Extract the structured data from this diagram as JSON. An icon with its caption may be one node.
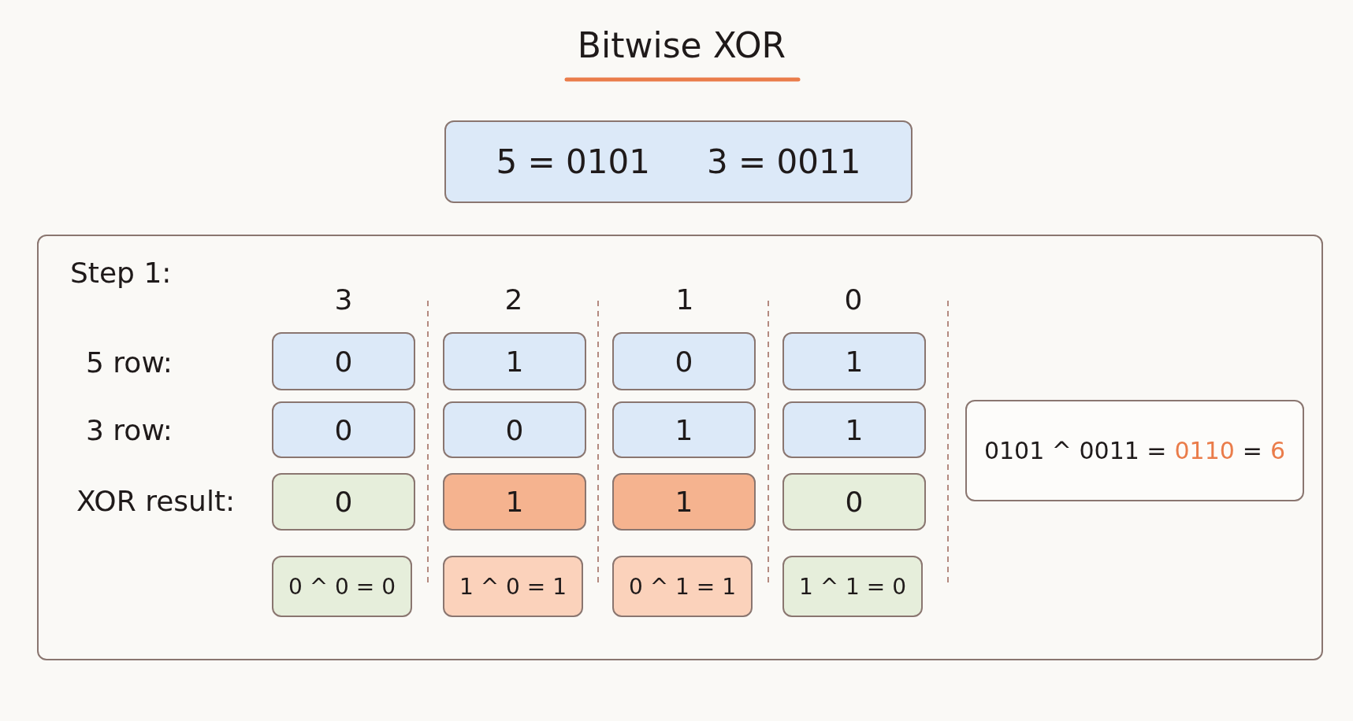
{
  "diagram": {
    "title": "Bitwise XOR",
    "nodes": [
      {
        "text": [
          "5 = 0101",
          "3 = 0011"
        ]
      },
      {
        "text": [
          "Step 1:"
        ]
      },
      {
        "text": [
          "0"
        ],
        "in": 1
      },
      {
        "text": [
          "1"
        ],
        "in": 1
      },
      {
        "text": [
          "0"
        ],
        "in": 1
      },
      {
        "text": [
          "1"
        ],
        "in": 1
      },
      {
        "text": [
          "0"
        ],
        "in": 1
      },
      {
        "text": [
          "0"
        ],
        "in": 1
      },
      {
        "text": [
          "1"
        ],
        "in": 1
      },
      {
        "text": [
          "1"
        ],
        "in": 1
      },
      {
        "text": [
          "0"
        ],
        "in": 1
      },
      {
        "text": [
          "1"
        ],
        "in": 1
      },
      {
        "text": [
          "1"
        ],
        "in": 1
      },
      {
        "text": [
          "0"
        ],
        "in": 1
      },
      {
        "text": [
          "0 ^ 0 = 0"
        ],
        "in": 1
      },
      {
        "text": [
          "1 ^ 0 = 1"
        ],
        "in": 1
      },
      {
        "text": [
          "0 ^ 1 = 1"
        ],
        "in": 1
      },
      {
        "text": [
          "1 ^ 1 = 0"
        ],
        "in": 1
      },
      {
        "text": [
          "0101 ^ 0011 =",
          "0110",
          "=",
          "6"
        ],
        "in": 1
      }
    ],
    "labels": [
      "3",
      "2",
      "1",
      "0",
      "5 row:",
      "3 row:",
      "XOR result:"
    ]
  }
}
